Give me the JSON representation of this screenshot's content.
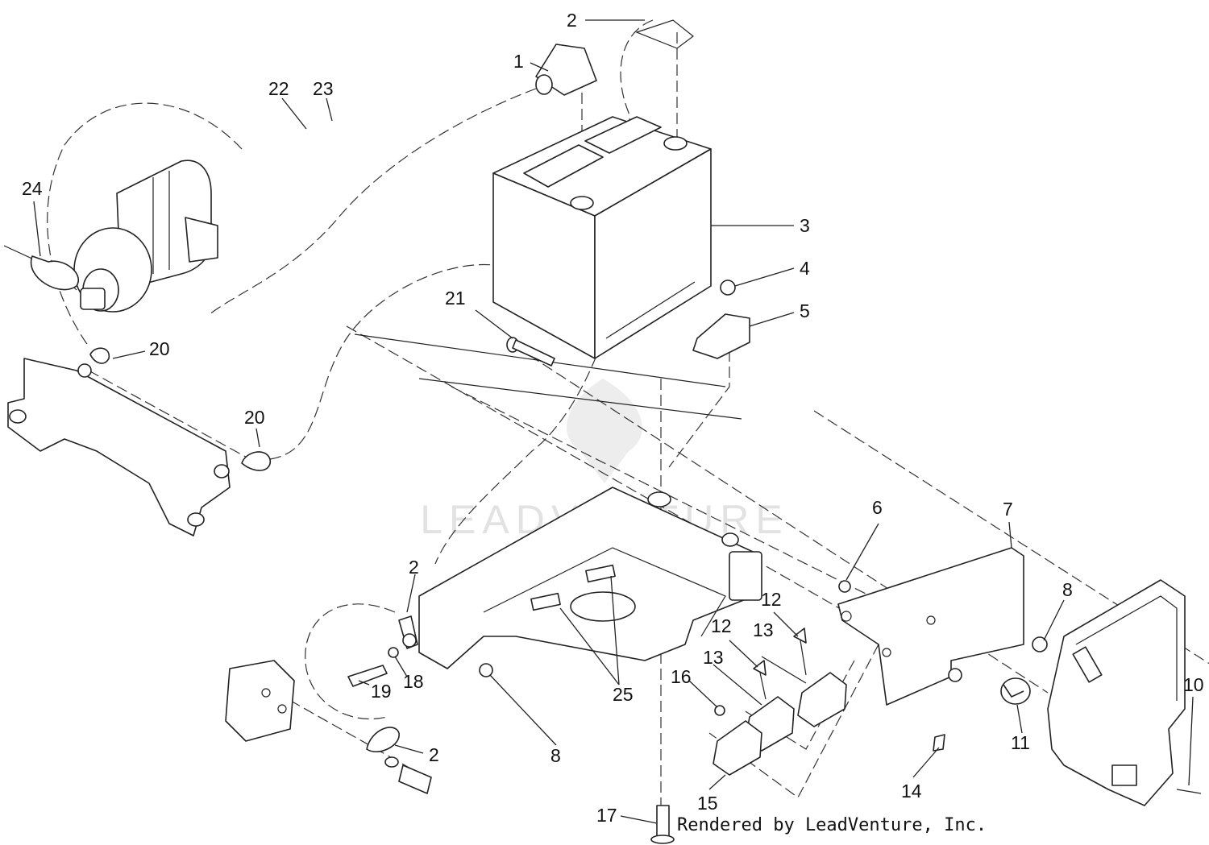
{
  "watermark": {
    "text": "LEADVENTURE"
  },
  "footer": {
    "credit": "Rendered by LeadVenture, Inc."
  },
  "callouts": [
    {
      "id": "c1",
      "label": "1"
    },
    {
      "id": "c2a",
      "label": "2"
    },
    {
      "id": "c2b",
      "label": "2"
    },
    {
      "id": "c2c",
      "label": "2"
    },
    {
      "id": "c3",
      "label": "3"
    },
    {
      "id": "c4",
      "label": "4"
    },
    {
      "id": "c5",
      "label": "5"
    },
    {
      "id": "c6",
      "label": "6"
    },
    {
      "id": "c7",
      "label": "7"
    },
    {
      "id": "c8a",
      "label": "8"
    },
    {
      "id": "c8b",
      "label": "8"
    },
    {
      "id": "c10",
      "label": "10"
    },
    {
      "id": "c11",
      "label": "11"
    },
    {
      "id": "c12a",
      "label": "12"
    },
    {
      "id": "c12b",
      "label": "12"
    },
    {
      "id": "c13a",
      "label": "13"
    },
    {
      "id": "c13b",
      "label": "13"
    },
    {
      "id": "c14",
      "label": "14"
    },
    {
      "id": "c15",
      "label": "15"
    },
    {
      "id": "c16",
      "label": "16"
    },
    {
      "id": "c17",
      "label": "17"
    },
    {
      "id": "c18",
      "label": "18"
    },
    {
      "id": "c19",
      "label": "19"
    },
    {
      "id": "c20a",
      "label": "20"
    },
    {
      "id": "c20b",
      "label": "20"
    },
    {
      "id": "c21",
      "label": "21"
    },
    {
      "id": "c22",
      "label": "22"
    },
    {
      "id": "c23",
      "label": "23"
    },
    {
      "id": "c24",
      "label": "24"
    },
    {
      "id": "c25",
      "label": "25"
    }
  ]
}
